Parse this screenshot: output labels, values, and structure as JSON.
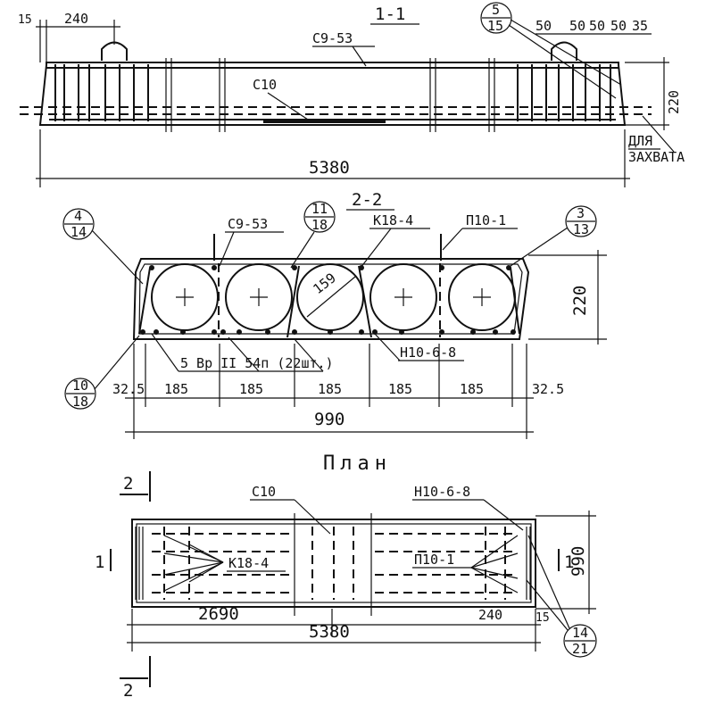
{
  "section_1_1": {
    "title": "1-1",
    "dim_15": "15",
    "dim_240": "240",
    "callout_top": "5",
    "callout_bottom": "15",
    "dim_50a": "50",
    "dim_50b": "50",
    "dim_50c": "50",
    "dim_50d": "50",
    "dim_35": "35",
    "label_mesh_top": "С9-53",
    "label_mesh_bottom": "С10",
    "dim_height": "220",
    "dim_length": "5380",
    "note_line1": "ДЛЯ",
    "note_line2": "ЗАХВАТА"
  },
  "section_2_2": {
    "title": "2-2",
    "label_c953": "С9-53",
    "label_k184": "К18-4",
    "label_p101": "П10-1",
    "label_h1068": "Н10-6-8",
    "label_diam": "159",
    "rebar_note": "5 Вр II 54п (22шт.)",
    "callout_4_top": "4",
    "callout_4_bottom": "14",
    "callout_11_top": "11",
    "callout_11_bottom": "18",
    "callout_3_top": "3",
    "callout_3_bottom": "13",
    "callout_10_top": "10",
    "callout_10_bottom": "18",
    "dim_height": "220",
    "dims": [
      "32.5",
      "185",
      "185",
      "185",
      "185",
      "185",
      "32.5"
    ],
    "dim_total": "990"
  },
  "plan": {
    "title": "План",
    "cut_mark": "2",
    "cut_mark_bottom": "2",
    "side_mark_left": "1",
    "side_mark_right": "1",
    "label_c10": "С10",
    "label_h1068": "Н10-6-8",
    "label_k184": "К18-4",
    "label_p101": "П10-1",
    "dim_width": "990",
    "dim_2690": "2690",
    "dim_240": "240",
    "dim_15": "15",
    "dim_total": "5380",
    "callout_top": "14",
    "callout_bottom": "21"
  }
}
